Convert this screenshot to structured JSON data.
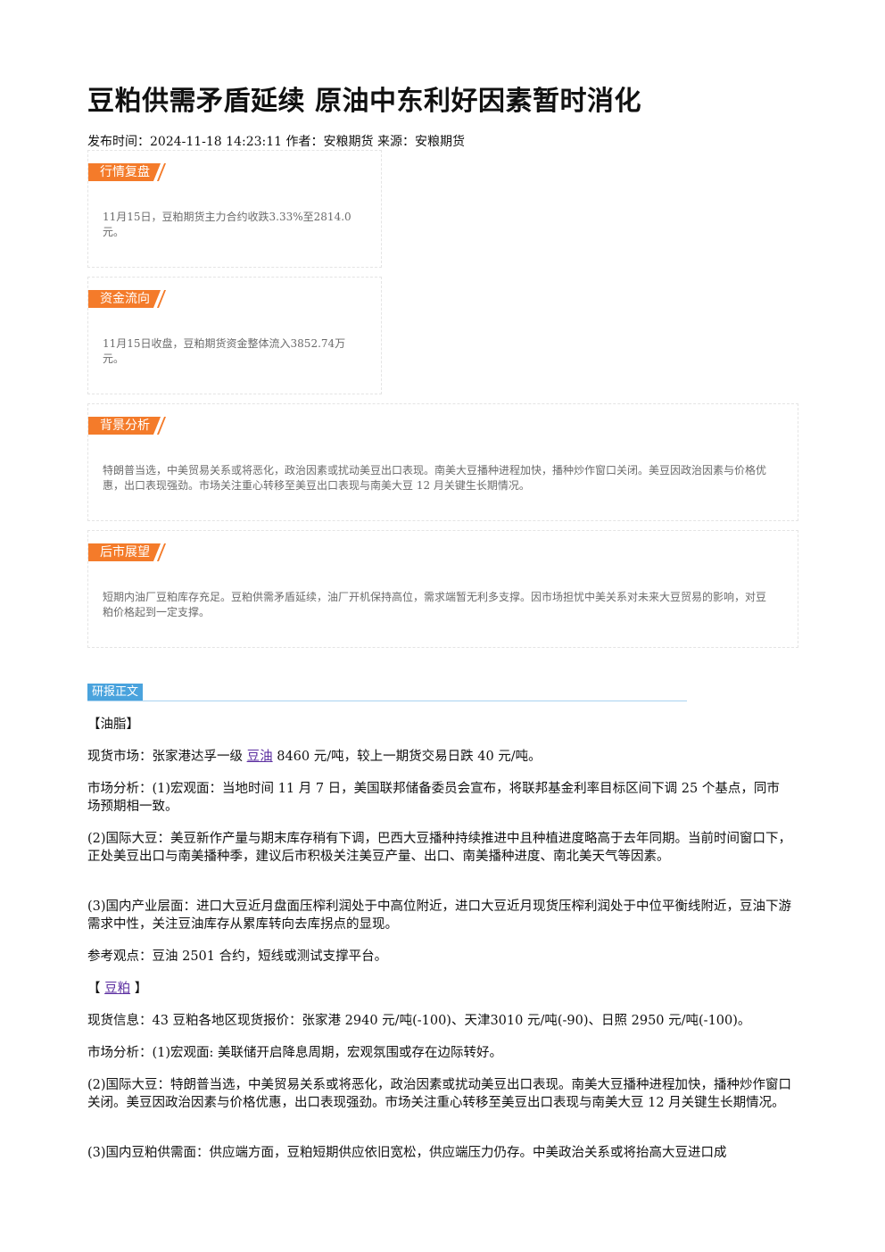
{
  "title": "豆粕供需矛盾延续 原油中东利好因素暂时消化",
  "meta": "发布时间：2024-11-18 14:23:11 作者：安粮期货 来源：安粮期货",
  "cards": {
    "market_review": {
      "tag": "行情复盘",
      "text": "11月15日，豆粕期货主力合约收跌3.33%至2814.0元。"
    },
    "fund_flow": {
      "tag": "资金流向",
      "text": "11月15日收盘，豆粕期货资金整体流入3852.74万元。"
    },
    "background": {
      "tag": "背景分析",
      "text": "特朗普当选，中美贸易关系或将恶化，政治因素或扰动美豆出口表现。南美大豆播种进程加快，播种炒作窗口关闭。美豆因政治因素与价格优惠，出口表现强劲。市场关注重心转移至美豆出口表现与南美大豆 12 月关键生长期情况。"
    },
    "outlook": {
      "tag": "后市展望",
      "text": "短期内油厂豆粕库存充足。豆粕供需矛盾延续，油厂开机保持高位，需求端暂无利多支撑。因市场担忧中美关系对未来大豆贸易的影响，对豆粕价格起到一定支撑。"
    }
  },
  "report_section": {
    "tag": "研报正文"
  },
  "oil": {
    "heading": "【油脂】",
    "spot_prefix": "现货市场：张家港达孚一级 ",
    "spot_link": "豆油",
    "spot_suffix": " 8460 元/吨，较上一期货交易日跌 40 元/吨。",
    "p1": "市场分析：(1)宏观面：当地时间 11 月 7 日，美国联邦储备委员会宣布，将联邦基金利率目标区间下调 25 个基点，同市场预期相一致。",
    "p2": "(2)国际大豆：美豆新作产量与期末库存稍有下调，巴西大豆播种持续推进中且种植进度略高于去年同期。当前时间窗口下，正处美豆出口与南美播种季，建议后市积极关注美豆产量、出口、南美播种进度、南北美天气等因素。",
    "p3": "(3)国内产业层面：进口大豆近月盘面压榨利润处于中高位附近，进口大豆近月现货压榨利润处于中位平衡线附近，豆油下游需求中性，关注豆油库存从累库转向去库拐点的显现。",
    "p4": "参考观点：豆油 2501 合约，短线或测试支撑平台。"
  },
  "meal": {
    "heading_open": "【 ",
    "heading_link": "豆粕",
    "heading_close": " 】",
    "p1": "现货信息：43 豆粕各地区现货报价：张家港 2940 元/吨(-100)、天津3010 元/吨(-90)、日照 2950 元/吨(-100)。",
    "p2": "市场分析：(1)宏观面: 美联储开启降息周期，宏观氛围或存在边际转好。",
    "p3": "(2)国际大豆：特朗普当选，中美贸易关系或将恶化，政治因素或扰动美豆出口表现。南美大豆播种进程加快，播种炒作窗口关闭。美豆因政治因素与价格优惠，出口表现强劲。市场关注重心转移至美豆出口表现与南美大豆 12 月关键生长期情况。",
    "p4": "(3)国内豆粕供需面：供应端方面，豆粕短期供应依旧宽松，供应端压力仍存。中美政治关系或将抬高大豆进口成"
  },
  "colors": {
    "tag_orange": "#f47b2a",
    "section_blue": "#4aa3dd",
    "link_purple": "#5b2da0"
  }
}
